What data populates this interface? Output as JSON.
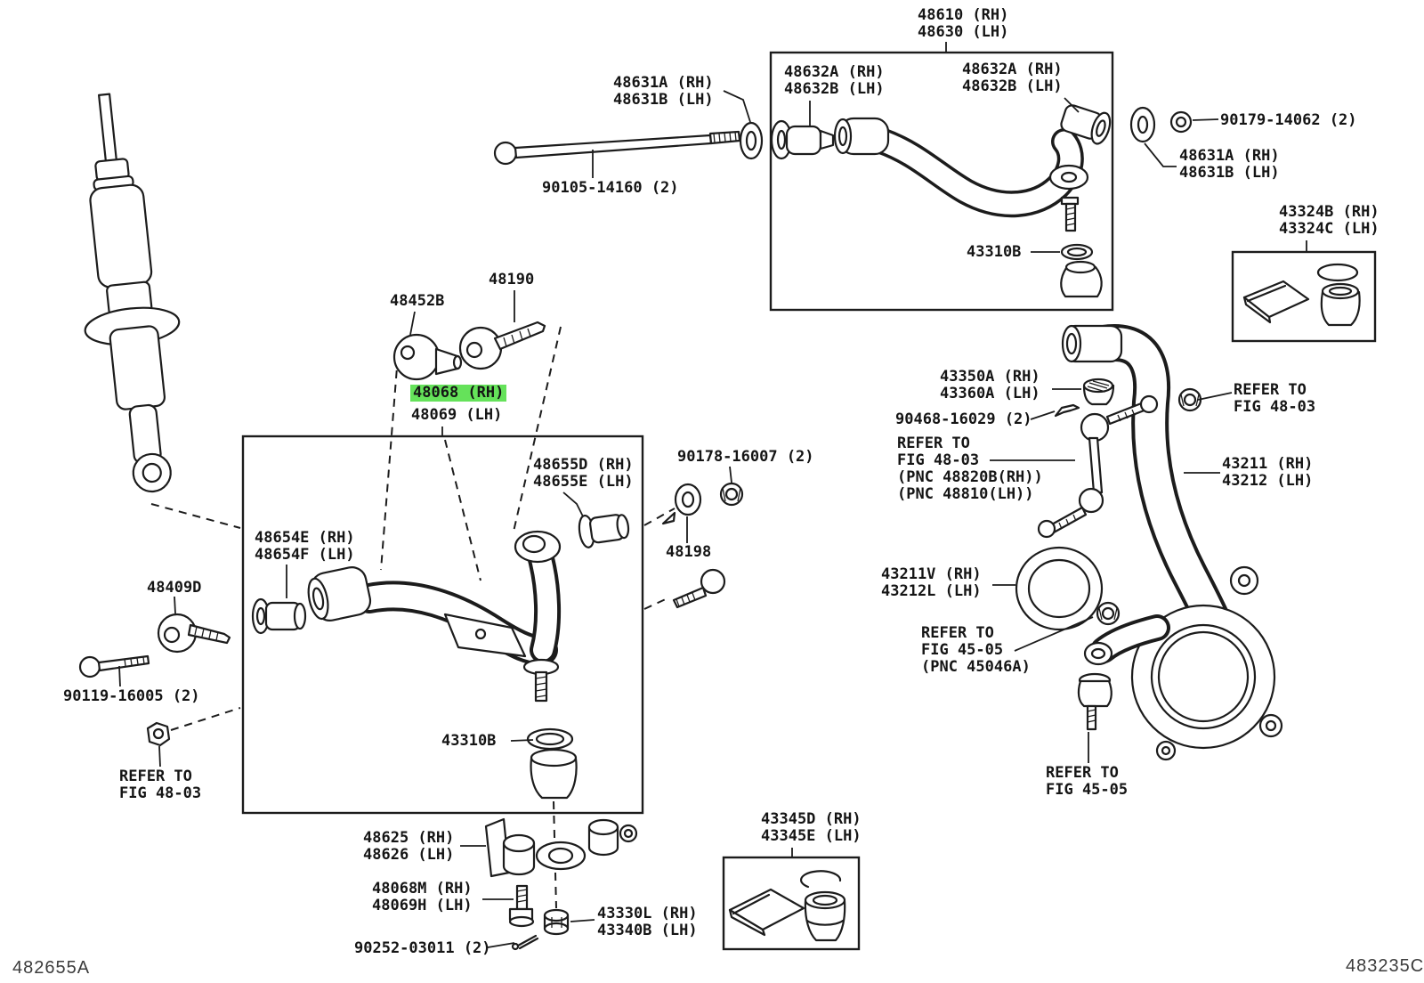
{
  "doc": {
    "background": "#ffffff",
    "ink": "#1c1c1c",
    "highlight_color": "#65e25a",
    "figure_code_left": "482655A",
    "figure_code_right": "483235C"
  },
  "labels": [
    {
      "id": "upper-control-arm-assembly",
      "text": "48610 (RH)\n48630 (LH)"
    },
    {
      "id": "upper-arm-bushing-left",
      "text": "48632A (RH)\n48632B (LH)"
    },
    {
      "id": "upper-arm-bushing-right",
      "text": "48632A (RH)\n48632B (LH)"
    },
    {
      "id": "upper-balljoint-ring",
      "text": "43310B"
    },
    {
      "id": "camber-washer-top",
      "text": "48631A (RH)\n48631B (LH)"
    },
    {
      "id": "camber-adjust-bolt",
      "text": "90105-14160 (2)"
    },
    {
      "id": "camber-nut",
      "text": "90179-14062 (2)"
    },
    {
      "id": "camber-washer-right",
      "text": "48631A (RH)\n48631B (LH)"
    },
    {
      "id": "knuckle-dust-kit",
      "text": "43324B (RH)\n43324C (LH)"
    },
    {
      "id": "lower-arm-stopper",
      "text": "48452B"
    },
    {
      "id": "torque-strut",
      "text": "48190"
    },
    {
      "id": "lower-control-arm-rh",
      "text": "48068 (RH)",
      "highlight": true
    },
    {
      "id": "lower-control-arm-lh",
      "text": "48069 (LH)"
    },
    {
      "id": "lower-arm-bushing-rear",
      "text": "48655D (RH)\n48655E (LH)"
    },
    {
      "id": "lower-arm-nut-rear",
      "text": "90178-16007 (2)"
    },
    {
      "id": "lower-arm-cam-washer",
      "text": "48198"
    },
    {
      "id": "lower-arm-bushing-front",
      "text": "48654E (RH)\n48654F (LH)"
    },
    {
      "id": "lower-arm-anchor",
      "text": "48409D"
    },
    {
      "id": "anchor-bolt",
      "text": "90119-16005 (2)"
    },
    {
      "id": "refer-fig-48-03-left",
      "text": "REFER TO\nFIG 48-03"
    },
    {
      "id": "lower-balljoint-ring",
      "text": "43310B"
    },
    {
      "id": "arm-support-bracket",
      "text": "48625 (RH)\n48626 (LH)"
    },
    {
      "id": "support-bracket-bolt",
      "text": "48068M (RH)\n48069H (LH)"
    },
    {
      "id": "balljoint-castle-nut",
      "text": "43330L (RH)\n43340B (LH)"
    },
    {
      "id": "cotter-pin",
      "text": "90252-03011 (2)"
    },
    {
      "id": "balljoint-dust-kit",
      "text": "43345D (RH)\n43345E (LH)"
    },
    {
      "id": "camber-cam",
      "text": "43350A (RH)\n43360A (LH)"
    },
    {
      "id": "cam-clip",
      "text": "90468-16029 (2)"
    },
    {
      "id": "refer-fig-48-03-stabilizer-link",
      "text": "REFER TO\nFIG 48-03\n(PNC 48820B(RH))\n(PNC 48810(LH))"
    },
    {
      "id": "refer-fig-48-03-right",
      "text": "REFER TO\nFIG 48-03"
    },
    {
      "id": "steering-knuckle",
      "text": "43211 (RH)\n43212 (LH)"
    },
    {
      "id": "knuckle-oil-seal",
      "text": "43211V (RH)\n43212L (LH)"
    },
    {
      "id": "refer-fig-45-05-nut",
      "text": "REFER TO\nFIG 45-05\n(PNC 45046A)"
    },
    {
      "id": "refer-fig-45-05-balljoint",
      "text": "REFER TO\nFIG 45-05"
    }
  ]
}
